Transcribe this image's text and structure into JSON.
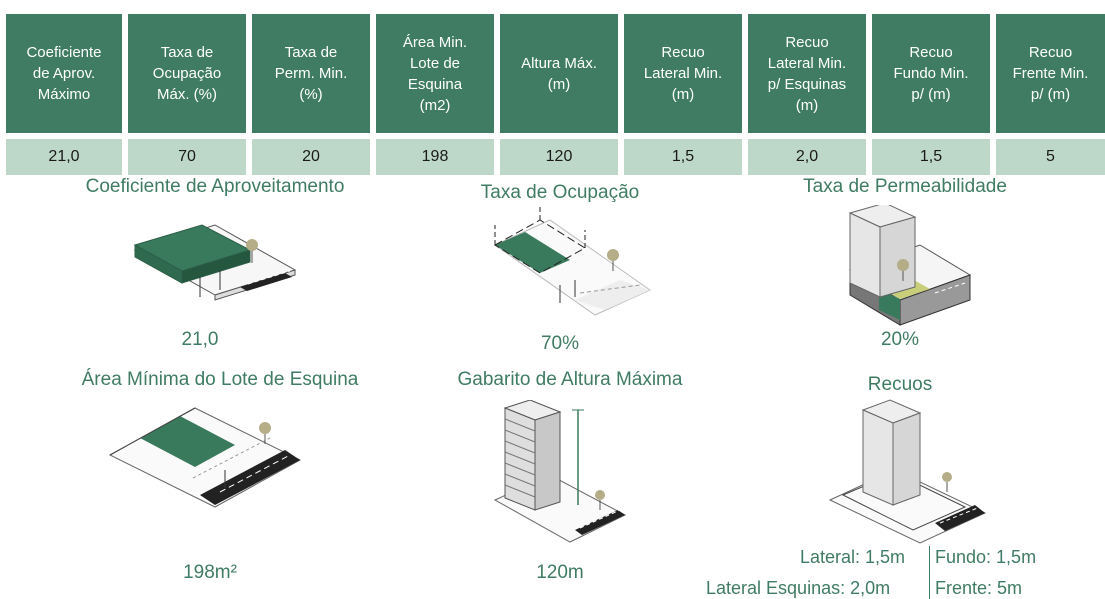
{
  "table": {
    "headers": [
      "Coeficiente\nde Aprov.\nMáximo",
      "Taxa de\nOcupação\nMáx. (%)",
      "Taxa de\nPerm. Min.\n(%)",
      "Área Min.\nLote de\nEsquina\n(m2)",
      "Altura Máx.\n(m)",
      "Recuo\nLateral Min.\n(m)",
      "Recuo\nLateral Min.\np/ Esquinas\n(m)",
      "Recuo\nFundo Min.\np/ (m)",
      "Recuo\nFrente Min.\np/ (m)"
    ],
    "values": [
      "21,0",
      "70",
      "20",
      "198",
      "120",
      "1,5",
      "2,0",
      "1,5",
      "5"
    ]
  },
  "diagrams": {
    "aproveitamento": {
      "title": "Coeficiente de Aproveitamento",
      "value": "21,0"
    },
    "ocupacao": {
      "title": "Taxa de Ocupação",
      "value": "70%"
    },
    "permeabilidade": {
      "title": "Taxa de Permeabilidade",
      "value": "20%"
    },
    "lote_esquina": {
      "title": "Área Mínima do Lote de Esquina",
      "value": "198m²"
    },
    "altura": {
      "title": "Gabarito de Altura Máxima",
      "value": "120m"
    },
    "recuos": {
      "title": "Recuos",
      "lateral": "Lateral: 1,5m",
      "fundo": "Fundo: 1,5m",
      "lateral_esquinas": "Lateral Esquinas: 2,0m",
      "frente": "Frente: 5m"
    }
  },
  "colors": {
    "header": "#3f7c63",
    "value_row": "#bdd8c9",
    "accent_text": "#3f7c63",
    "fill": "#3a7a5c"
  }
}
